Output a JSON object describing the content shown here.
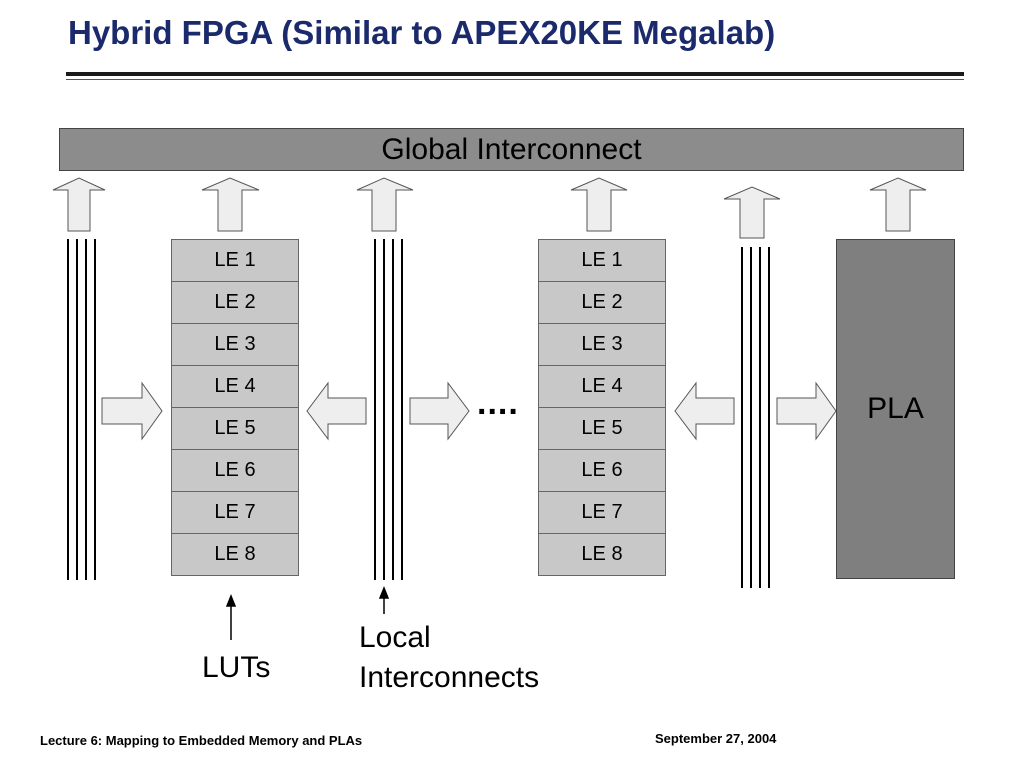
{
  "slide": {
    "title": "Hybrid FPGA (Similar to APEX20KE Megalab)",
    "footer_left": "Lecture 6: Mapping to Embedded Memory and PLAs",
    "footer_right": "September 27, 2004"
  },
  "diagram": {
    "global_interconnect": "Global Interconnect",
    "le_blocks": [
      {
        "cells": [
          "LE 1",
          "LE 2",
          "LE 3",
          "LE 4",
          "LE 5",
          "LE 6",
          "LE 7",
          "LE 8"
        ]
      },
      {
        "cells": [
          "LE 1",
          "LE 2",
          "LE 3",
          "LE 4",
          "LE 5",
          "LE 6",
          "LE 7",
          "LE 8"
        ]
      }
    ],
    "pla_label": "PLA",
    "ellipsis": "....",
    "luts_label": "LUTs",
    "local_interconnects_label": [
      "Local",
      "Interconnects"
    ]
  },
  "colors": {
    "title": "#1a2a6c",
    "global_bar": "#8c8c8c",
    "le_cell": "#c8c8c8",
    "pla": "#7f7f7f",
    "arrow_fill": "#eeeeee"
  }
}
